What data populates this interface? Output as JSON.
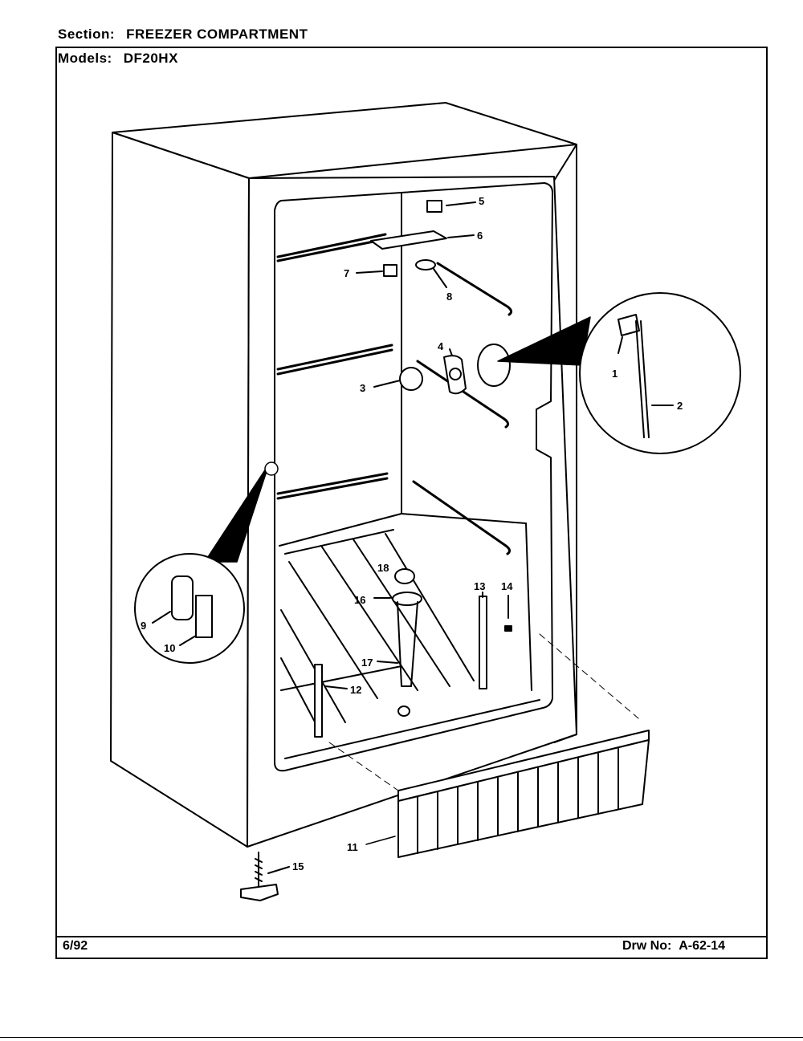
{
  "header": {
    "section_label": "Section:",
    "section_value": "FREEZER COMPARTMENT",
    "models_label": "Models:",
    "models_value": "DF20HX"
  },
  "footer": {
    "date": "6/92",
    "drawing_label": "Drw No:",
    "drawing_number": "A-62-14"
  },
  "callouts": [
    {
      "id": "c1",
      "text": "1"
    },
    {
      "id": "c2",
      "text": "2"
    },
    {
      "id": "c3",
      "text": "3"
    },
    {
      "id": "c4",
      "text": "4"
    },
    {
      "id": "c5",
      "text": "5"
    },
    {
      "id": "c6",
      "text": "6"
    },
    {
      "id": "c7",
      "text": "7"
    },
    {
      "id": "c8",
      "text": "8"
    },
    {
      "id": "c9",
      "text": "9"
    },
    {
      "id": "c10",
      "text": "10"
    },
    {
      "id": "c11",
      "text": "11"
    },
    {
      "id": "c12",
      "text": "12"
    },
    {
      "id": "c13",
      "text": "13"
    },
    {
      "id": "c14",
      "text": "14"
    },
    {
      "id": "c15",
      "text": "15"
    },
    {
      "id": "c16",
      "text": "16"
    },
    {
      "id": "c17",
      "text": "17"
    },
    {
      "id": "c18",
      "text": "18"
    }
  ]
}
